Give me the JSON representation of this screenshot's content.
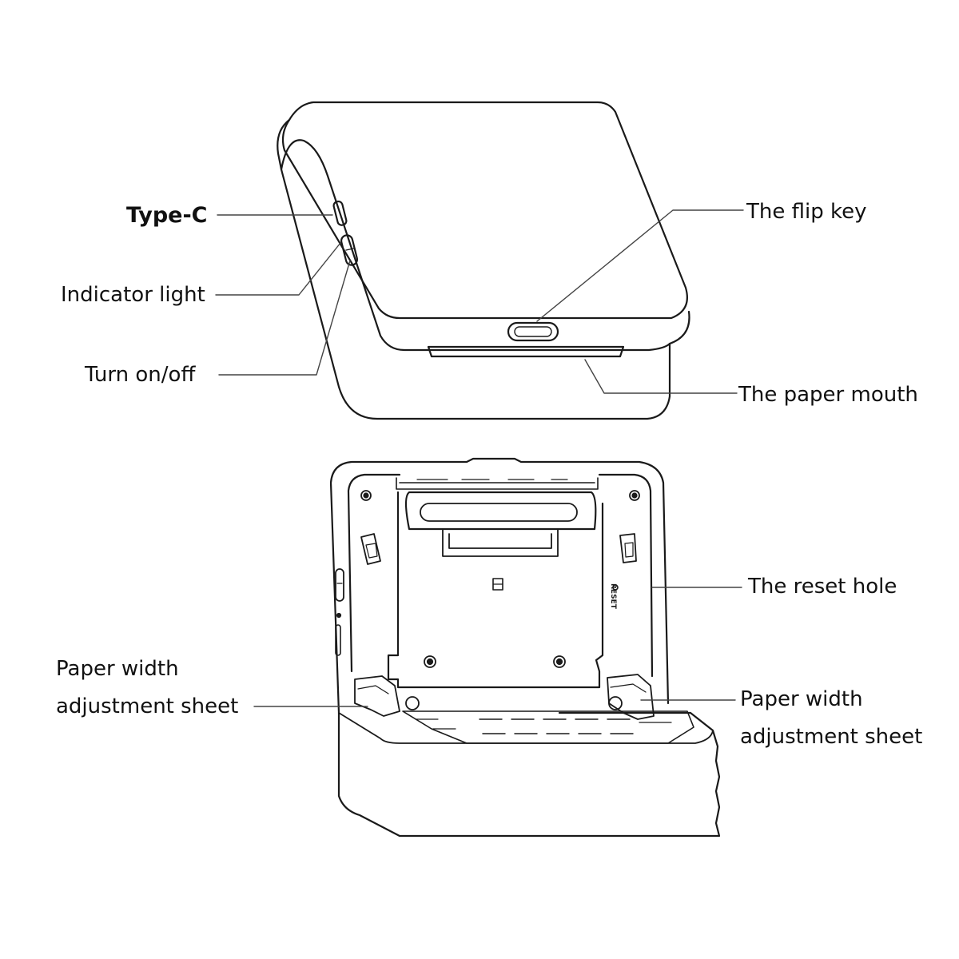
{
  "diagram": {
    "top_view": {
      "labels": {
        "type_c": "Type-C",
        "indicator_light": "Indicator light",
        "turn_on_off": "Turn on/off",
        "flip_key": "The flip key",
        "paper_mouth": "The paper mouth"
      }
    },
    "open_view": {
      "labels": {
        "reset_hole": "The reset hole",
        "left_sheet_line1": "Paper width",
        "left_sheet_line2": "adjustment sheet",
        "right_sheet_line1": "Paper width",
        "right_sheet_line2": "adjustment sheet"
      },
      "reset_text": "RESET"
    },
    "colors": {
      "stroke": "#1a1a1a",
      "background": "#ffffff",
      "leader": "#444444"
    }
  }
}
